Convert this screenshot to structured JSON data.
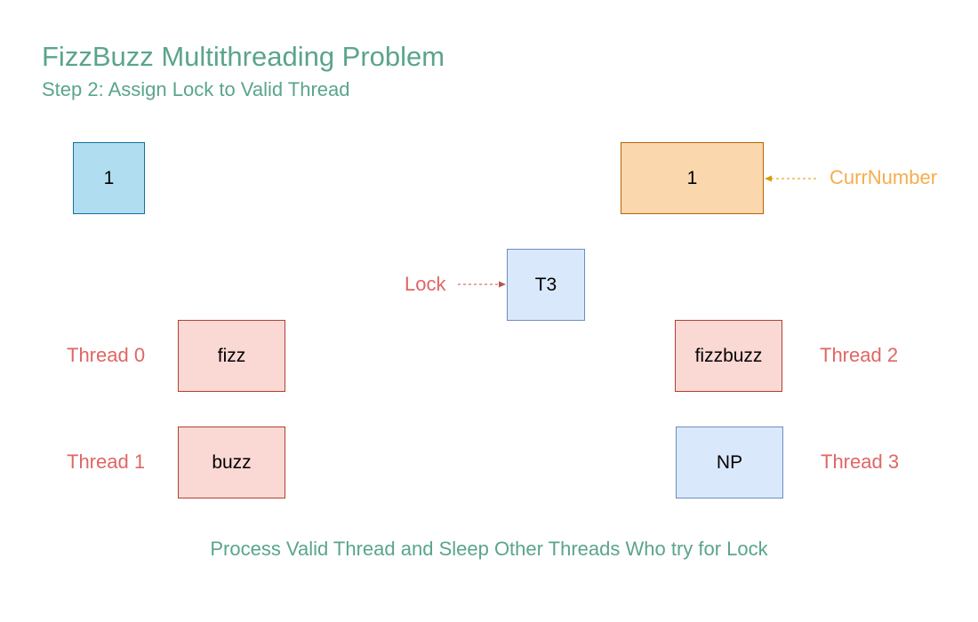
{
  "header": {
    "title": "FizzBuzz Multithreading Problem",
    "subtitle": "Step 2: Assign Lock to Valid Thread"
  },
  "footer": {
    "caption": "Process Valid Thread and Sleep Other Threads Who try for Lock"
  },
  "counter_box": {
    "value": "1"
  },
  "curr_number": {
    "value": "1",
    "label": "CurrNumber"
  },
  "lock": {
    "holder": "T3",
    "label": "Lock"
  },
  "threads": [
    {
      "label": "Thread 0",
      "task": "fizz"
    },
    {
      "label": "Thread 1",
      "task": "buzz"
    },
    {
      "label": "Thread 2",
      "task": "fizzbuzz"
    },
    {
      "label": "Thread 3",
      "task": "NP"
    }
  ],
  "colors": {
    "title_green": "#5aa58a",
    "label_red": "#e06666",
    "label_orange": "#f5ad4e",
    "blue_fill": "#b1ddf0",
    "blue_border": "#10739e",
    "orange_fill": "#fad7ac",
    "orange_border": "#b46504",
    "light_blue_fill": "#dae8fc",
    "light_blue_border": "#6c8ebf",
    "pink_fill": "#fad9d5",
    "pink_border": "#ae4132"
  }
}
